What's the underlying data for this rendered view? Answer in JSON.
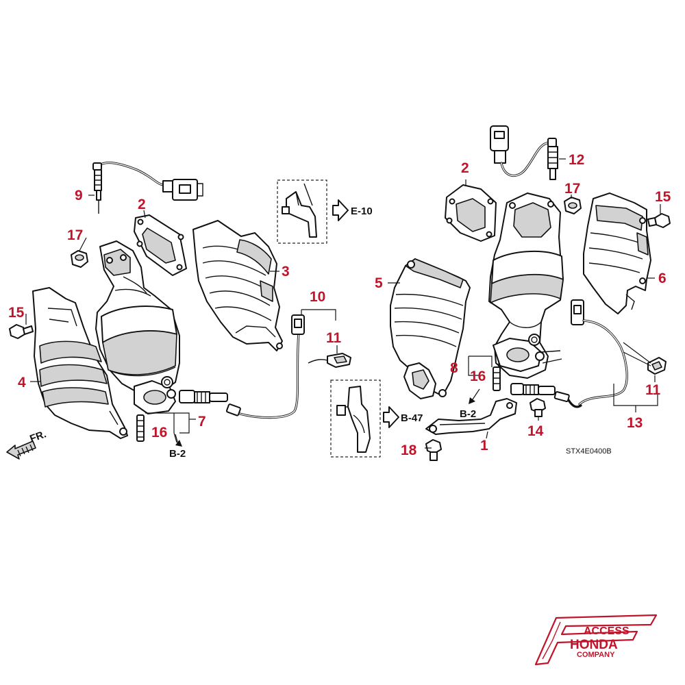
{
  "colors": {
    "callout": "#c0142a",
    "line": "#111111",
    "shade": "#d2d2d2",
    "brand": "#c0142a"
  },
  "callouts": {
    "c1": "1",
    "c2a": "2",
    "c2b": "2",
    "c3": "3",
    "c4": "4",
    "c5": "5",
    "c6": "6",
    "c7": "7",
    "c8": "8",
    "c9": "9",
    "c10": "10",
    "c11a": "11",
    "c11b": "11",
    "c12": "12",
    "c13": "13",
    "c14": "14",
    "c15a": "15",
    "c15b": "15",
    "c16a": "16",
    "c16b": "16",
    "c17a": "17",
    "c17b": "17",
    "c18": "18"
  },
  "refs": {
    "e10": "E-10",
    "b47": "B-47",
    "b2_left": "B-2",
    "b2_right": "B-2"
  },
  "front_label": "FR.",
  "diagram_code": "STX4E0400B",
  "logo": {
    "line1": "ACCESS",
    "line2": "HONDA",
    "line3": "COMPANY",
    "icon": "honda-f-wing-icon"
  }
}
